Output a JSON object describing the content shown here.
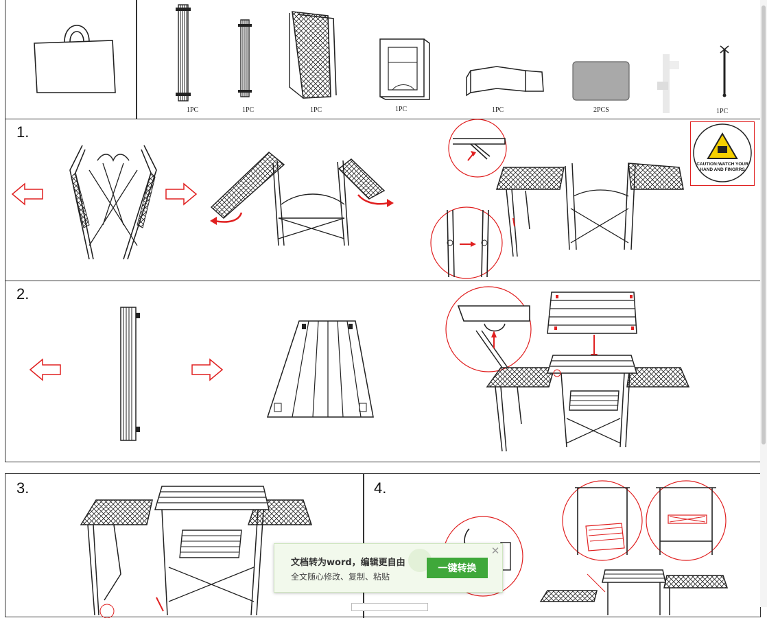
{
  "parts": {
    "quantities": [
      "1PC",
      "1PC",
      "1PC",
      "1PC",
      "1PC",
      "2PCS",
      "1PC"
    ]
  },
  "steps": [
    {
      "number": "1."
    },
    {
      "number": "2."
    },
    {
      "number": "3."
    },
    {
      "number": "4."
    }
  ],
  "caution": {
    "line1": "CAUTION:WATCH YOUR",
    "line2": "HAND AND FINGRRS"
  },
  "toast": {
    "title": "文档转为word，编辑更自由",
    "subtitle": "全文随心修改、复制、粘贴",
    "button": "一键转换",
    "close": "✕"
  },
  "colors": {
    "accent": "#e02020",
    "toast_button": "#3fa83a",
    "line": "#222222"
  }
}
